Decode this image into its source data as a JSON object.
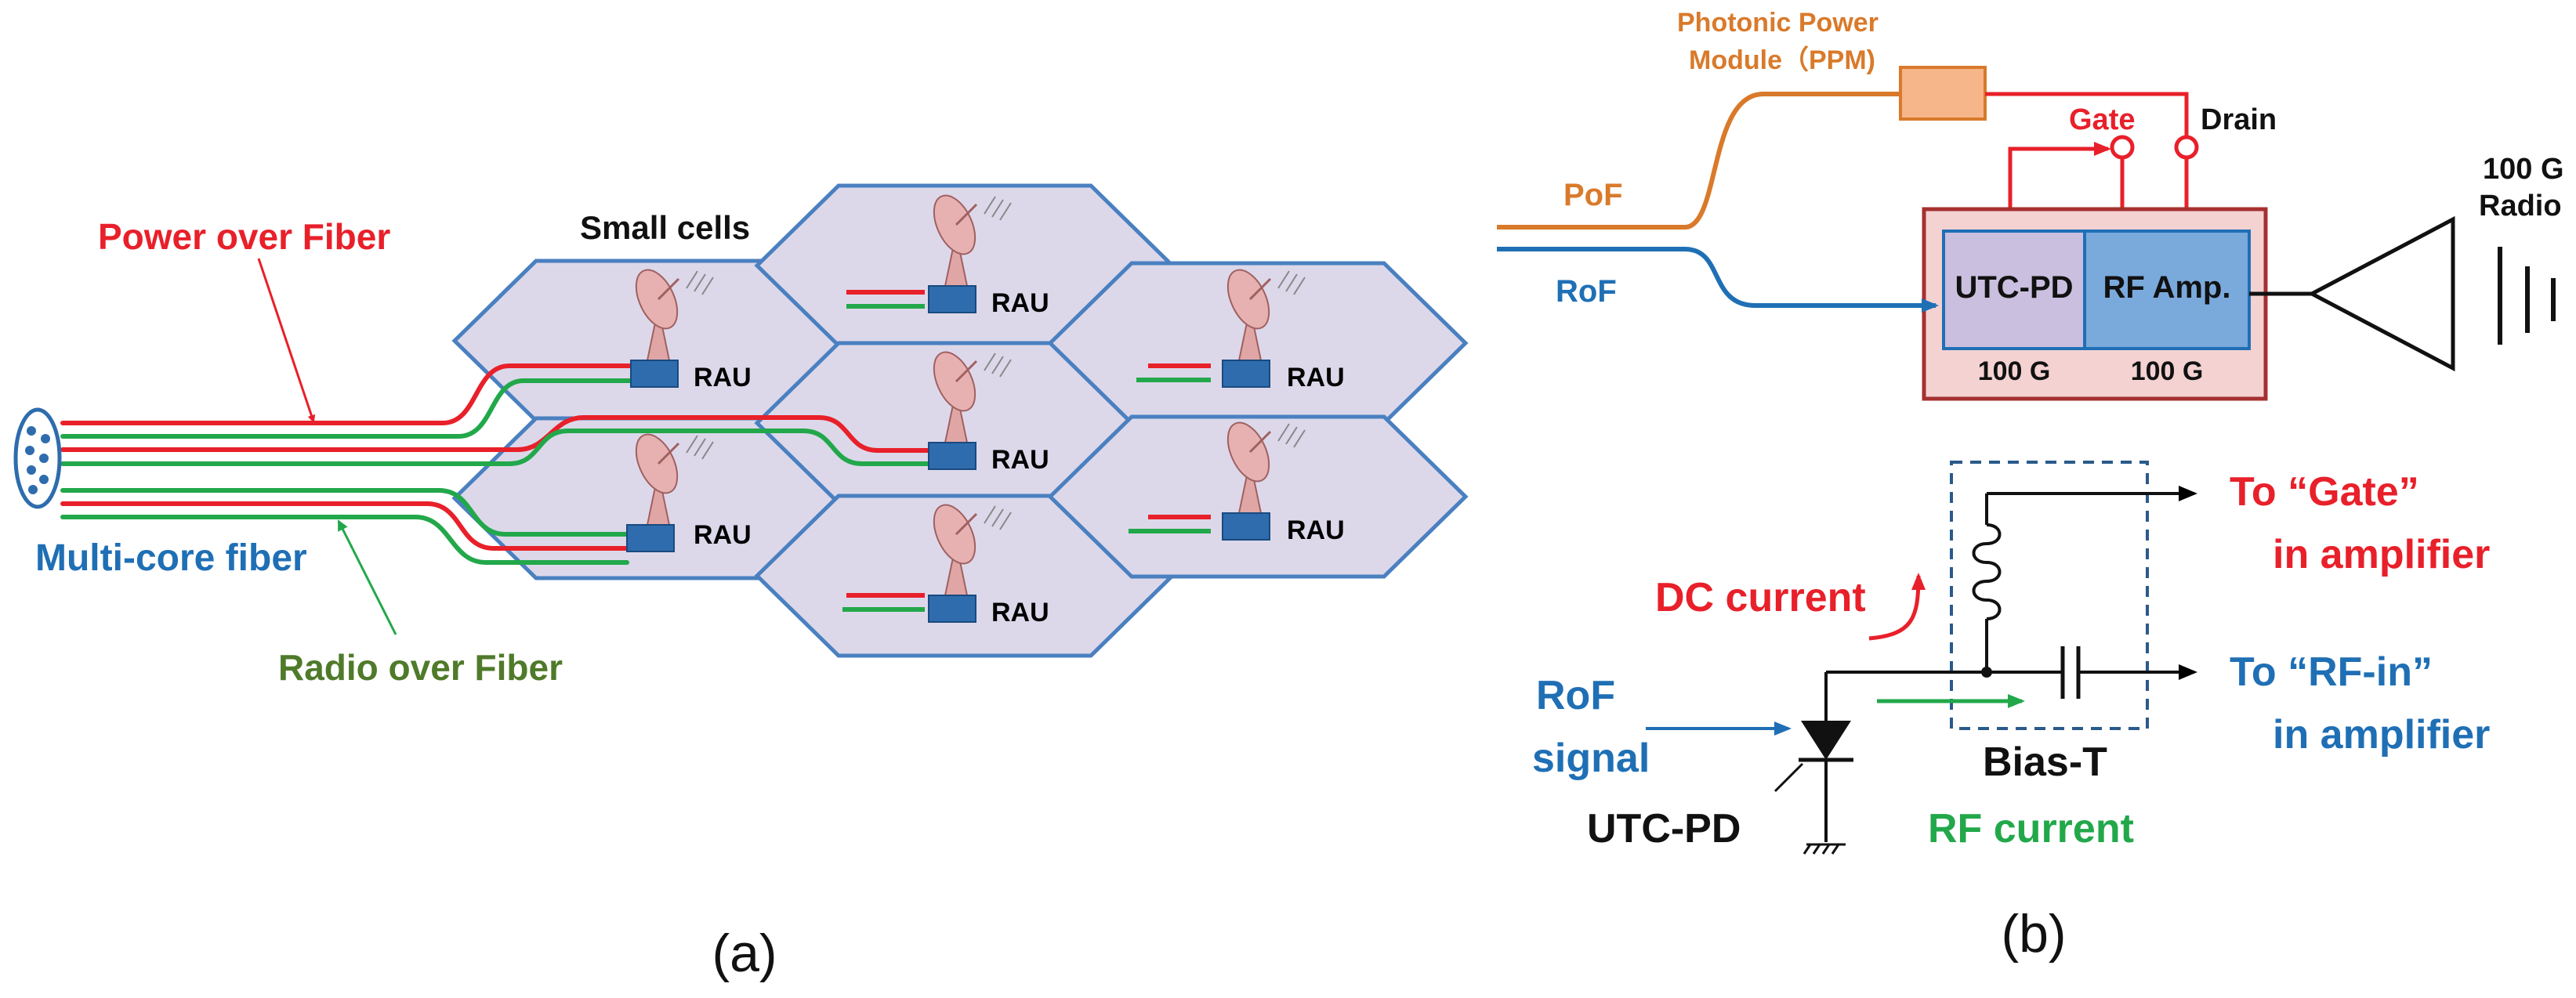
{
  "panel_a": {
    "label": "(a)",
    "power_over_fiber": "Power over Fiber",
    "small_cells": "Small cells",
    "multi_core_fiber": "Multi-core fiber",
    "radio_over_fiber": "Radio over Fiber",
    "rau_label": "RAU"
  },
  "panel_b": {
    "label": "(b)",
    "ppm_line1": "Photonic Power",
    "ppm_line2": "Module（PPM)",
    "pof": "PoF",
    "rof": "RoF",
    "gate": "Gate",
    "drain": "Drain",
    "utc_pd_block": "UTC-PD",
    "rf_amp_block": "RF Amp.",
    "utc_pd_rate": "100 G",
    "rf_amp_rate": "100 G",
    "radio_line1": "100 G",
    "radio_line2": "Radio",
    "to_gate_line1": "To “Gate”",
    "to_gate_line2": "in amplifier",
    "dc_current": "DC current",
    "to_rfin_line1": "To “RF-in”",
    "to_rfin_line2": "in amplifier",
    "rof_signal_line1": "RoF",
    "rof_signal_line2": "signal",
    "bias_t": "Bias-T",
    "utc_pd_diode": "UTC-PD",
    "rf_current": "RF current"
  },
  "colors": {
    "red": "#e8202a",
    "green": "#22a84a",
    "blue": "#1f6fb5",
    "orange": "#d97a2b",
    "olive": "#4f7a2a",
    "cell_fill": "#dcd8ea",
    "cell_stroke": "#4a80c0",
    "rau_fill": "#2e6cad"
  }
}
